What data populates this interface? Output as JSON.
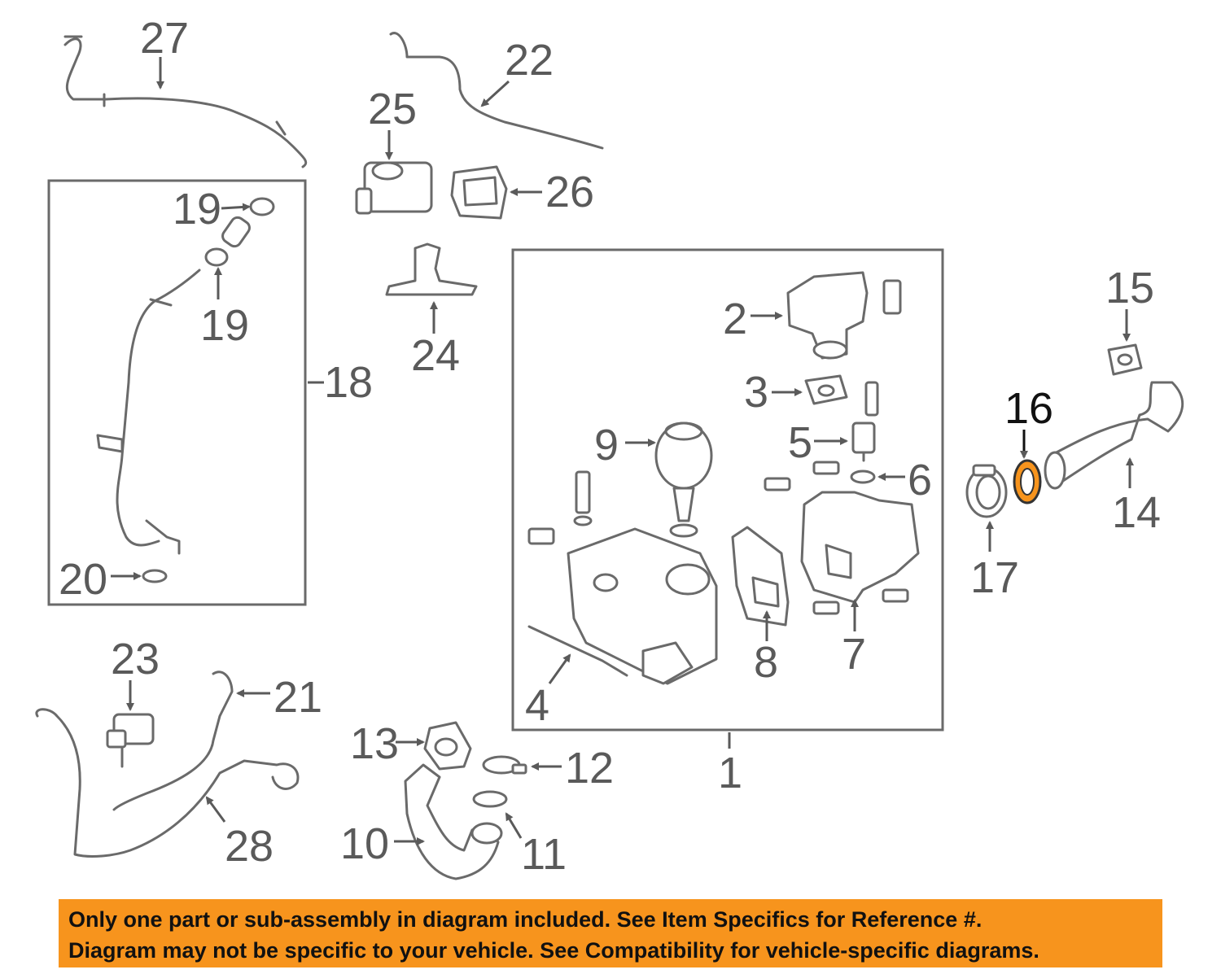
{
  "diagram": {
    "callouts": [
      "27",
      "22",
      "25",
      "26",
      "19",
      "19",
      "18",
      "20",
      "24",
      "2",
      "3",
      "9",
      "5",
      "6",
      "4",
      "8",
      "7",
      "1",
      "15",
      "16",
      "17",
      "14",
      "23",
      "21",
      "28",
      "13",
      "12",
      "10",
      "11"
    ],
    "highlighted_callout": "16",
    "highlight_color": "#f7941d"
  },
  "banner": {
    "line1": "Only one part or sub-assembly in diagram included. See Item Specifics for Reference #.",
    "line2": "Diagram may not be specific to your vehicle. See Compatibility for vehicle-specific diagrams.",
    "background": "#f7941d"
  }
}
